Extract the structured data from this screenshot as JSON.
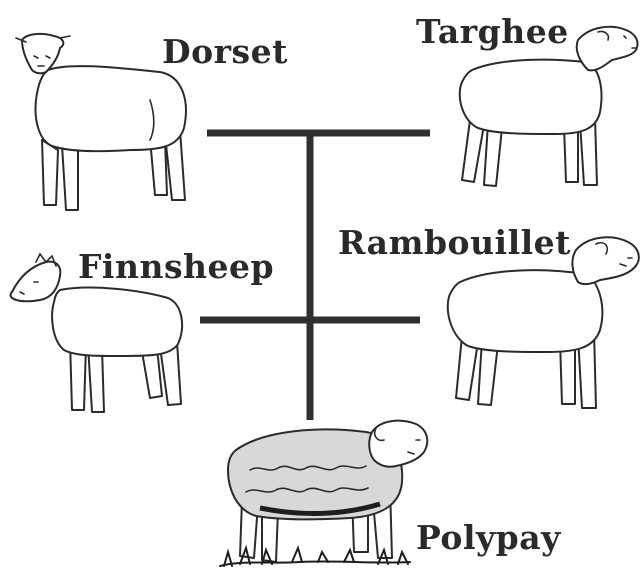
{
  "breeds": {
    "dorset": "Dorset",
    "targhee": "Targhee",
    "finnsheep": "Finnsheep",
    "rambouillet": "Rambouillet",
    "polypay": "Polypay"
  },
  "colors": {
    "ink": "#2b2b2b",
    "background": "#ffffff",
    "wool_shading": "#d8d8d8"
  }
}
